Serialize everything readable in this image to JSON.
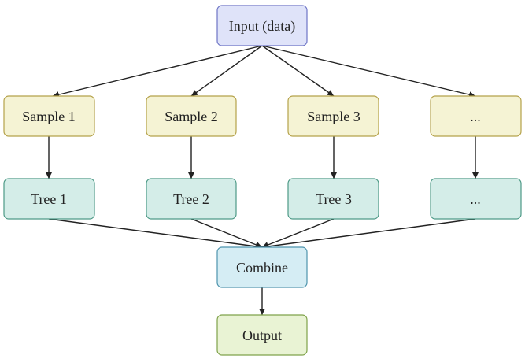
{
  "diagram": {
    "nodes": {
      "input": {
        "label": "Input (data)",
        "fill": "#dfe3f9",
        "stroke": "#6e75c6"
      },
      "sample1": {
        "label": "Sample 1",
        "fill": "#f5f3d4",
        "stroke": "#b5a24a"
      },
      "sample2": {
        "label": "Sample 2",
        "fill": "#f5f3d4",
        "stroke": "#b5a24a"
      },
      "sample3": {
        "label": "Sample 3",
        "fill": "#f5f3d4",
        "stroke": "#b5a24a"
      },
      "sample4": {
        "label": "...",
        "fill": "#f5f3d4",
        "stroke": "#b5a24a"
      },
      "tree1": {
        "label": "Tree 1",
        "fill": "#d4ede8",
        "stroke": "#4e9a87"
      },
      "tree2": {
        "label": "Tree 2",
        "fill": "#d4ede8",
        "stroke": "#4e9a87"
      },
      "tree3": {
        "label": "Tree 3",
        "fill": "#d4ede8",
        "stroke": "#4e9a87"
      },
      "tree4": {
        "label": "...",
        "fill": "#d4ede8",
        "stroke": "#4e9a87"
      },
      "combine": {
        "label": "Combine",
        "fill": "#d5edf4",
        "stroke": "#4e94ad"
      },
      "output": {
        "label": "Output",
        "fill": "#e9f3d4",
        "stroke": "#7fa24a"
      }
    },
    "edges": [
      [
        "input",
        "sample1"
      ],
      [
        "input",
        "sample2"
      ],
      [
        "input",
        "sample3"
      ],
      [
        "input",
        "sample4"
      ],
      [
        "sample1",
        "tree1"
      ],
      [
        "sample2",
        "tree2"
      ],
      [
        "sample3",
        "tree3"
      ],
      [
        "sample4",
        "tree4"
      ],
      [
        "tree1",
        "combine"
      ],
      [
        "tree2",
        "combine"
      ],
      [
        "tree3",
        "combine"
      ],
      [
        "tree4",
        "combine"
      ],
      [
        "combine",
        "output"
      ]
    ],
    "edge_color": "#222222"
  }
}
